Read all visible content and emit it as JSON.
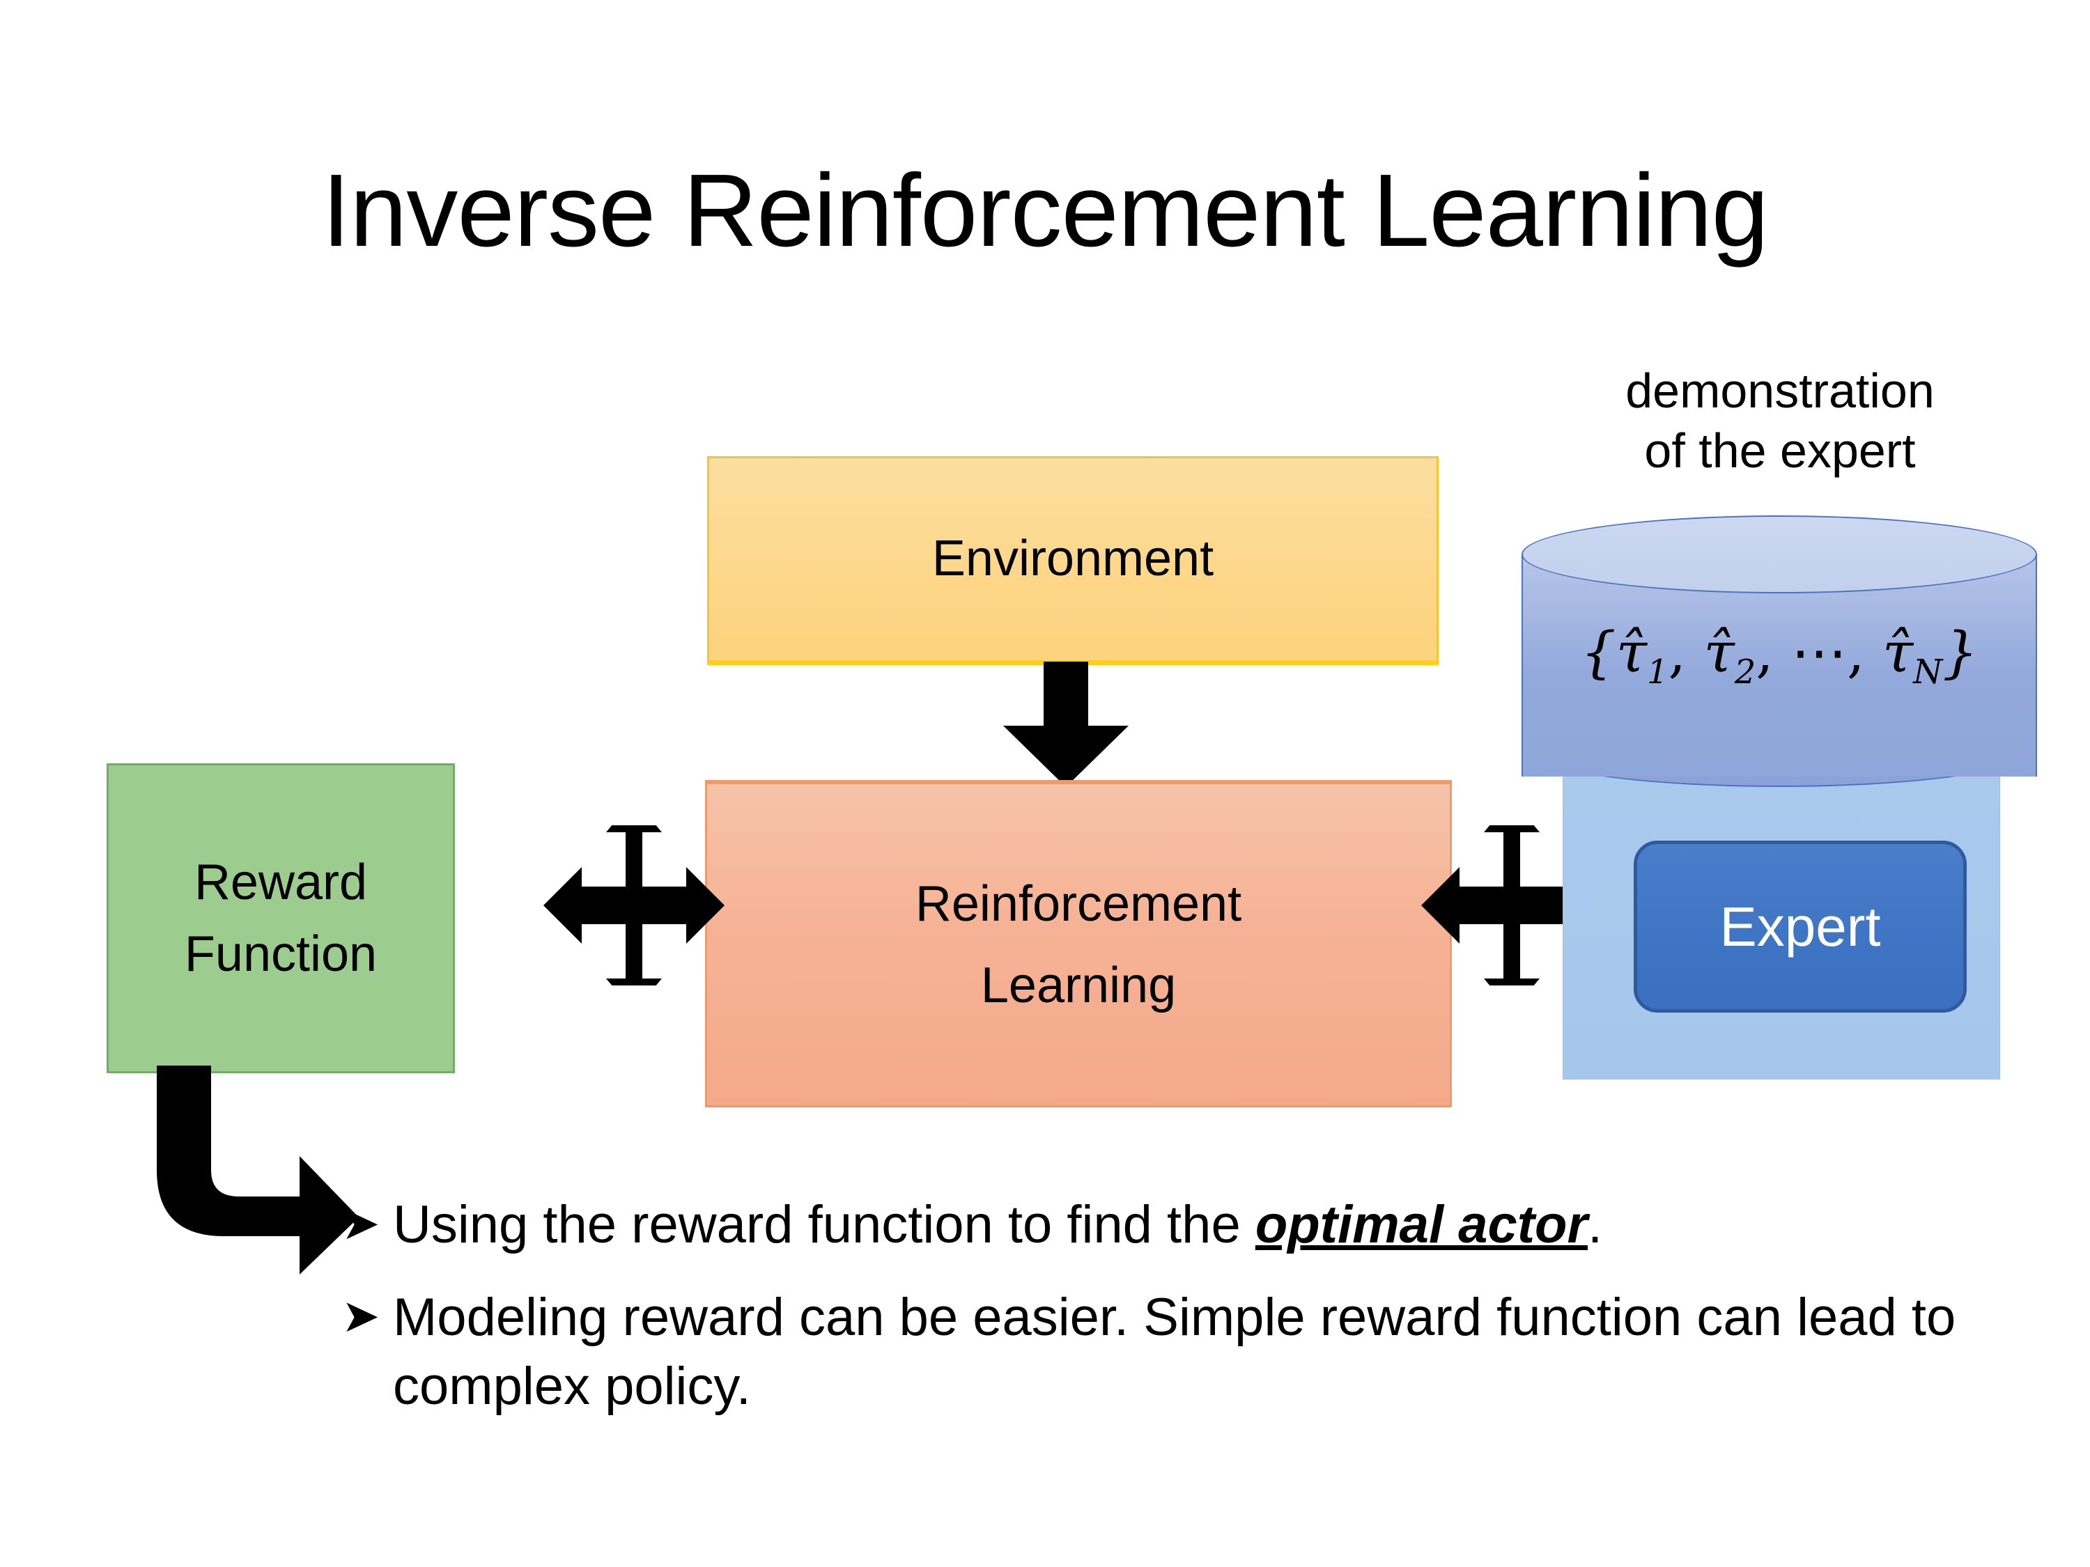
{
  "slide": {
    "title": "Inverse Reinforcement Learning",
    "background_color": "#ffffff"
  },
  "diagram": {
    "environment": {
      "label": "Environment",
      "fill_top": "#fbdfa0",
      "fill_bottom": "#fcd37e",
      "border": "#f5c33c"
    },
    "reinforcement_learning": {
      "line1": "Reinforcement",
      "line2": "Learning",
      "fill_top": "#f6c3a9",
      "fill_bottom": "#f4a98b",
      "border": "#ef9a6a"
    },
    "reward_function": {
      "line1": "Reward",
      "line2": "Function",
      "fill": "#9dcc8f",
      "border": "#76a96b"
    },
    "expert_panel": {
      "fill": "#a9c9ed"
    },
    "expert": {
      "label": "Expert",
      "fill": "#3f74c4",
      "border": "#2f5a9e",
      "text_color": "#ffffff"
    },
    "demonstration_store": {
      "caption_line1": "demonstration",
      "caption_line2": "of the expert",
      "formula_open": "{",
      "formula_t1": "τ̂",
      "formula_sub1": "1",
      "formula_sep1": ", ",
      "formula_t2": "τ̂",
      "formula_sub2": "2",
      "formula_sep2": ", ⋯, ",
      "formula_t3": "τ̂",
      "formula_sub3": "N",
      "formula_close": "}",
      "formula_plain": "{τ̂1, τ̂2, ⋯, τ̂N}",
      "cylinder_top_fill": "#ccd8f0",
      "cylinder_body_fill": "#93a9db",
      "cylinder_border": "#4d73bf"
    },
    "connectors": {
      "env_to_rl": "down-arrow",
      "reward_rl": "four-way-arrow",
      "rl_expert": "four-way-arrow",
      "reward_to_bullets": "elbow-arrow",
      "color": "#000000"
    }
  },
  "bullets": [
    {
      "marker": "➤",
      "text_before": "Using the reward function to find the ",
      "emphasis": "optimal actor",
      "text_after": "."
    },
    {
      "marker": "➤",
      "text_before": "Modeling reward can be easier. Simple reward function can lead to complex policy.",
      "emphasis": "",
      "text_after": ""
    }
  ]
}
